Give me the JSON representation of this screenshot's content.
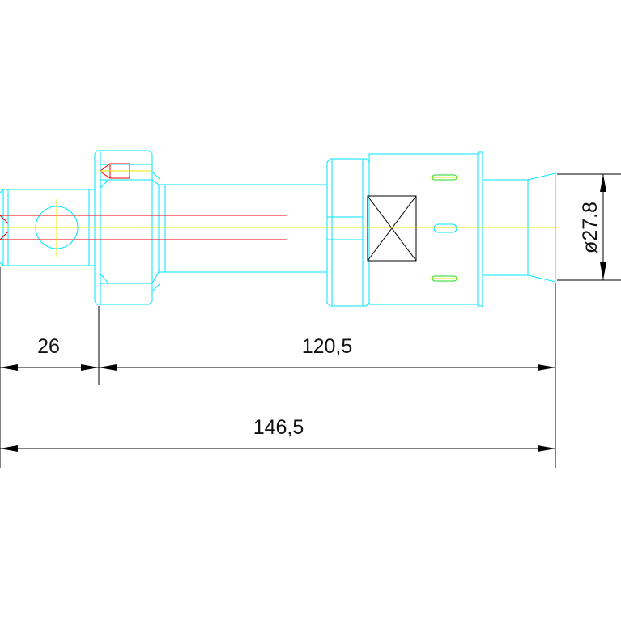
{
  "dimensions": {
    "left_length": "26",
    "right_length": "120,5",
    "overall_length": "146,5",
    "diameter": "ø27.8"
  },
  "colors": {
    "outline": "#00e5ff",
    "hidden_bore": "#ff0000",
    "centerline": "#e8e800",
    "pin": "#22dd22",
    "dimension": "#000000"
  }
}
